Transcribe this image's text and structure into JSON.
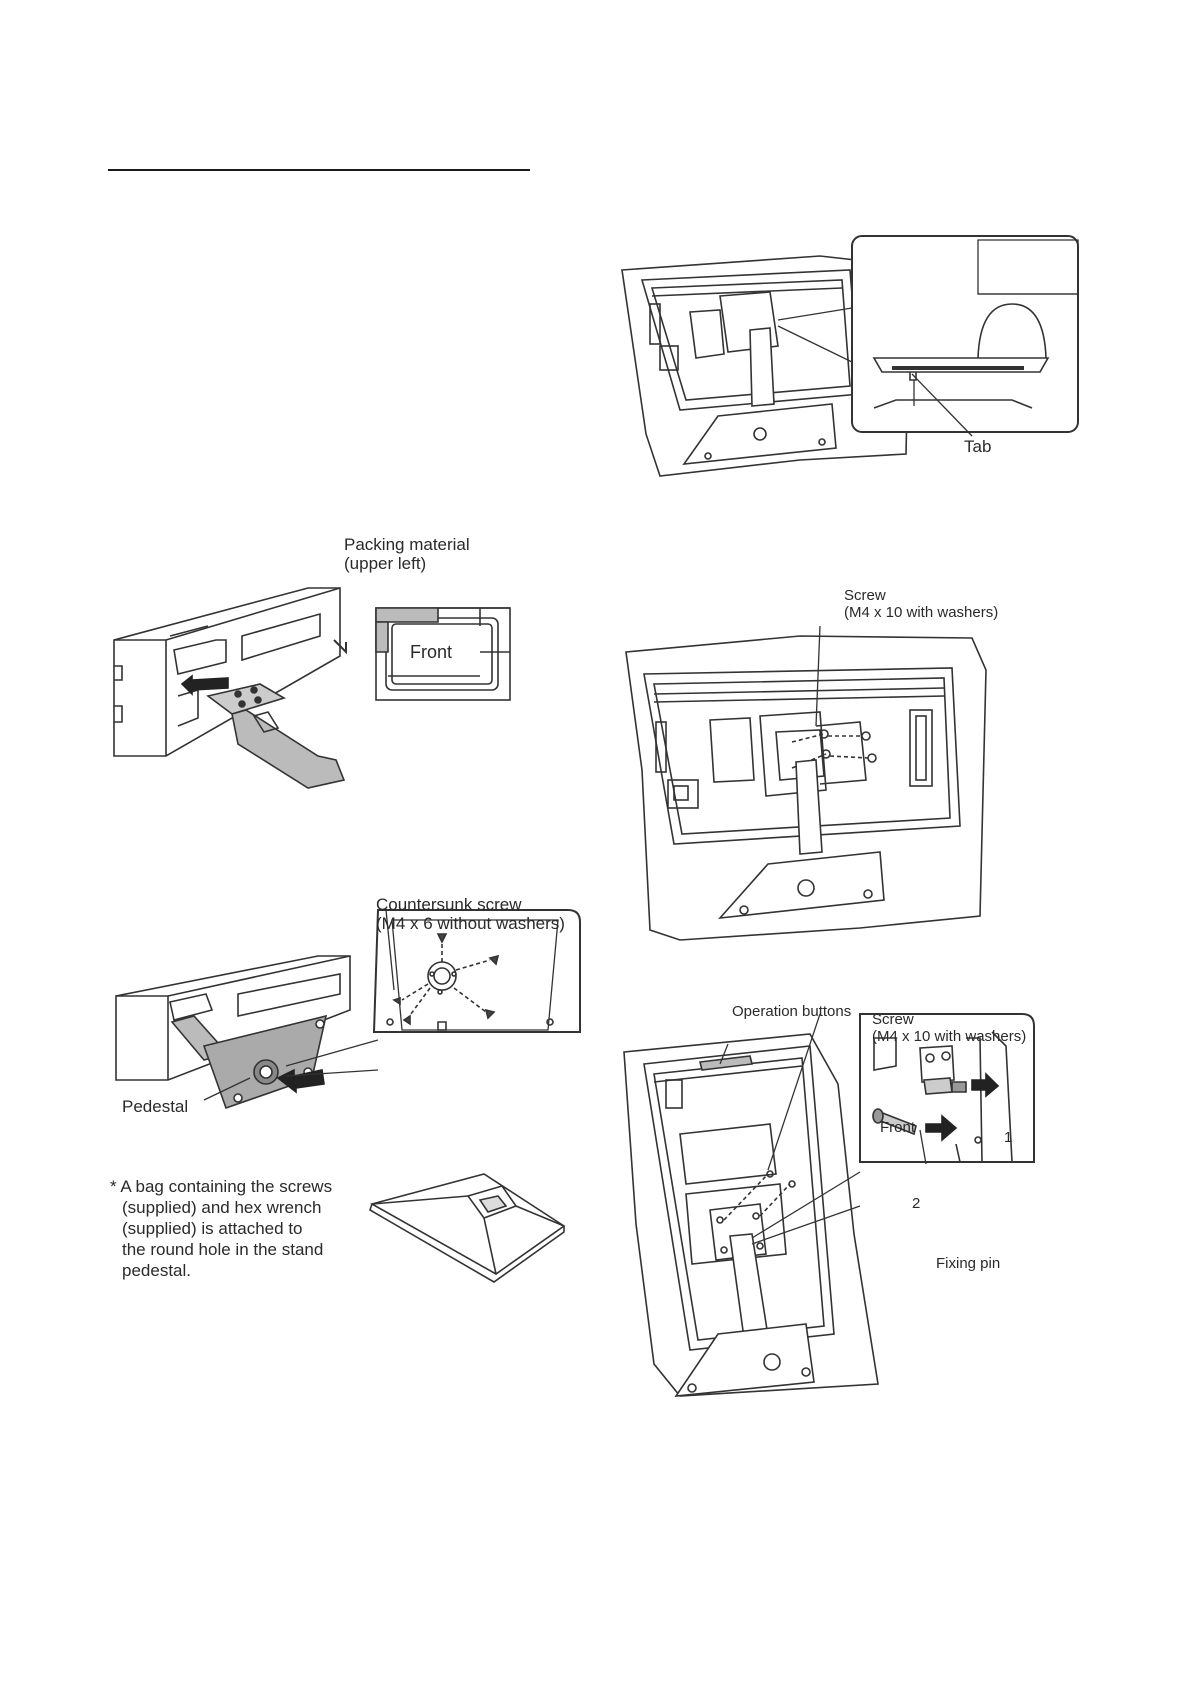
{
  "figures": {
    "tab": {
      "label": "Tab"
    },
    "packing": {
      "label_line1": "Packing material",
      "label_line2": "(upper left)",
      "front_label": "Front"
    },
    "pedestal": {
      "screw_line1": "Countersunk screw",
      "screw_line2": "(M4 x 6 without washers)",
      "pedestal_label": "Pedestal"
    },
    "screw_attach": {
      "screw_line1": "Screw",
      "screw_line2": "(M4 x 10 with washers)"
    },
    "fixing": {
      "operation_buttons": "Operation buttons",
      "screw_line1": "Screw",
      "screw_line2": "(M4 x 10 with washers)",
      "front_label": "Front",
      "fixing_pin": "Fixing pin",
      "step1": "1",
      "step2": "2"
    }
  },
  "note": {
    "line1": "* A bag containing the screws",
    "line2": "(supplied) and hex wrench",
    "line3": "(supplied) is attached to",
    "line4": "the round hole in the stand",
    "line5": "pedestal."
  }
}
